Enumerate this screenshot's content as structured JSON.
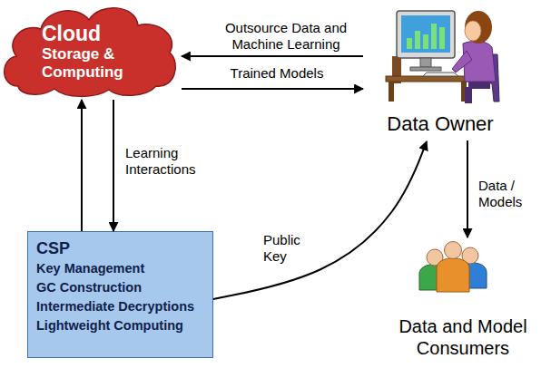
{
  "diagram": {
    "nodes": [
      {
        "text": [
          "Cloud",
          "Storage & Computing"
        ]
      },
      {
        "text": [
          "Data Owner"
        ]
      },
      {
        "text": [
          "CSP",
          "Key Management",
          "GC Construction",
          "Intermediate Decryptions",
          "Lightweight Computing"
        ]
      },
      {
        "text": [
          "Data and Model Consumers"
        ]
      }
    ],
    "edges": [
      {
        "from": 1,
        "to": 0,
        "label": "Outsource Data and Machine Learning",
        "arrow": "to"
      },
      {
        "from": 0,
        "to": 1,
        "label": "Trained Models",
        "arrow": "to"
      },
      {
        "from": 2,
        "to": 0,
        "arrow": "to"
      },
      {
        "from": 0,
        "to": 2,
        "label": "Learning Interactions",
        "arrow": "to"
      },
      {
        "from": 2,
        "to": 1,
        "label": "Public Key",
        "arrow": "to"
      },
      {
        "from": 1,
        "to": 3,
        "label": "Data / Models",
        "arrow": "to"
      }
    ]
  }
}
